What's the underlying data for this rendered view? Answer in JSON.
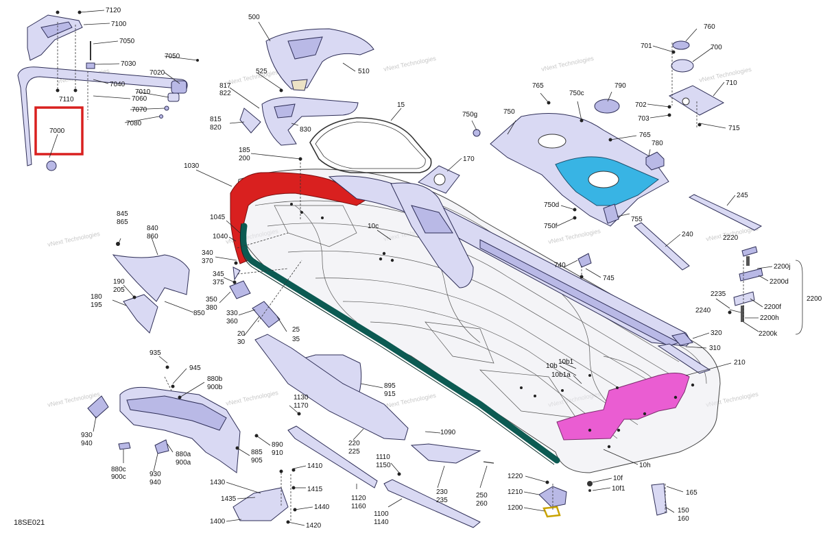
{
  "diagram": {
    "code": "18SE021",
    "watermark": "vNext Technologies",
    "highlight_color": "#d9201f",
    "labels": [
      "7120",
      "7100",
      "7050",
      "7030",
      "7050",
      "7020",
      "7040",
      "7110",
      "7010",
      "7060",
      "7070",
      "7080",
      "7000",
      "500",
      "510",
      "525",
      "817",
      "822",
      "830",
      "815",
      "820",
      "185",
      "200",
      "15",
      "170",
      "1030",
      "1045",
      "1040",
      "10c",
      "840",
      "860",
      "845",
      "865",
      "340",
      "370",
      "345",
      "375",
      "350",
      "380",
      "330",
      "360",
      "20",
      "30",
      "25",
      "35",
      "190",
      "205",
      "180",
      "195",
      "850",
      "935",
      "945",
      "880b",
      "900b",
      "930",
      "940",
      "890",
      "910",
      "885",
      "905",
      "880a",
      "900a",
      "930",
      "940",
      "880c",
      "900c",
      "1130",
      "1170",
      "895",
      "915",
      "220",
      "225",
      "1090",
      "1110",
      "1150",
      "1410",
      "1415",
      "1430",
      "1435",
      "1440",
      "1400",
      "1420",
      "1120",
      "1160",
      "1100",
      "1140",
      "230",
      "235",
      "250",
      "260",
      "1220",
      "1210",
      "1200",
      "10b1",
      "10b",
      "10b1a",
      "10f",
      "10f1",
      "10h",
      "165",
      "150",
      "160",
      "210",
      "310",
      "320",
      "760",
      "701",
      "700",
      "710",
      "702",
      "703",
      "715",
      "765",
      "750c",
      "790",
      "750g",
      "750",
      "765",
      "780",
      "755",
      "750d",
      "750f",
      "245",
      "240",
      "740",
      "745",
      "2220",
      "2200j",
      "2200d",
      "2200",
      "2235",
      "2240",
      "2200f",
      "2200h",
      "2200k"
    ]
  }
}
